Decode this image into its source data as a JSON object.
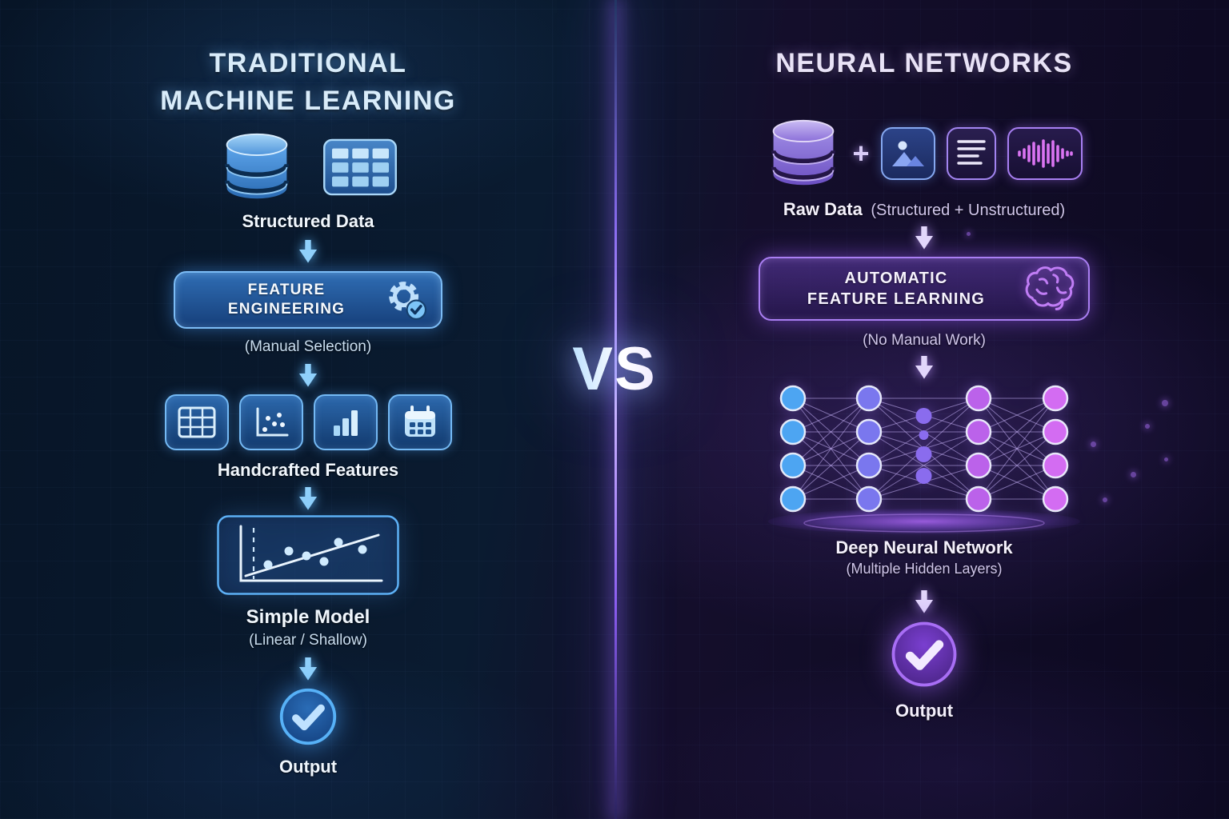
{
  "left": {
    "title_line1": "TRADITIONAL",
    "title_line2": "MACHINE LEARNING",
    "data_label": "Structured Data",
    "process": {
      "line1": "FEATURE",
      "line2": "ENGINEERING"
    },
    "process_sub": "(Manual Selection)",
    "features_label": "Handcrafted Features",
    "model_label": "Simple Model",
    "model_sub": "(Linear / Shallow)",
    "output_label": "Output",
    "accent_color": "#4da6f5",
    "icons": [
      "database-icon",
      "table-icon",
      "gear-check-icon",
      "table-grid-icon",
      "scatter-plot-icon",
      "bar-chart-icon",
      "calendar-icon",
      "line-fit-chart-icon",
      "check-circle-icon"
    ]
  },
  "center": {
    "vs_label": "VS"
  },
  "right": {
    "title": "NEURAL NETWORKS",
    "plus_sign": "+",
    "data_label": "Raw Data",
    "data_sub": "(Structured + Unstructured)",
    "process": {
      "line1": "AUTOMATIC",
      "line2": "FEATURE LEARNING"
    },
    "process_sub": "(No Manual Work)",
    "network_label": "Deep Neural Network",
    "network_sub": "(Multiple Hidden Layers)",
    "output_label": "Output",
    "accent_color": "#a96df2",
    "icons": [
      "database-icon",
      "image-icon",
      "document-icon",
      "audio-waveform-icon",
      "brain-icon",
      "check-circle-icon"
    ],
    "network": {
      "layers": [
        4,
        4,
        4,
        4
      ],
      "mini_hidden_nodes": 4,
      "node_colors": [
        "#4da5f2",
        "#7a77ee",
        "#bb62ea",
        "#d36cf2"
      ],
      "mini_node_color": "#8a6cee"
    }
  }
}
